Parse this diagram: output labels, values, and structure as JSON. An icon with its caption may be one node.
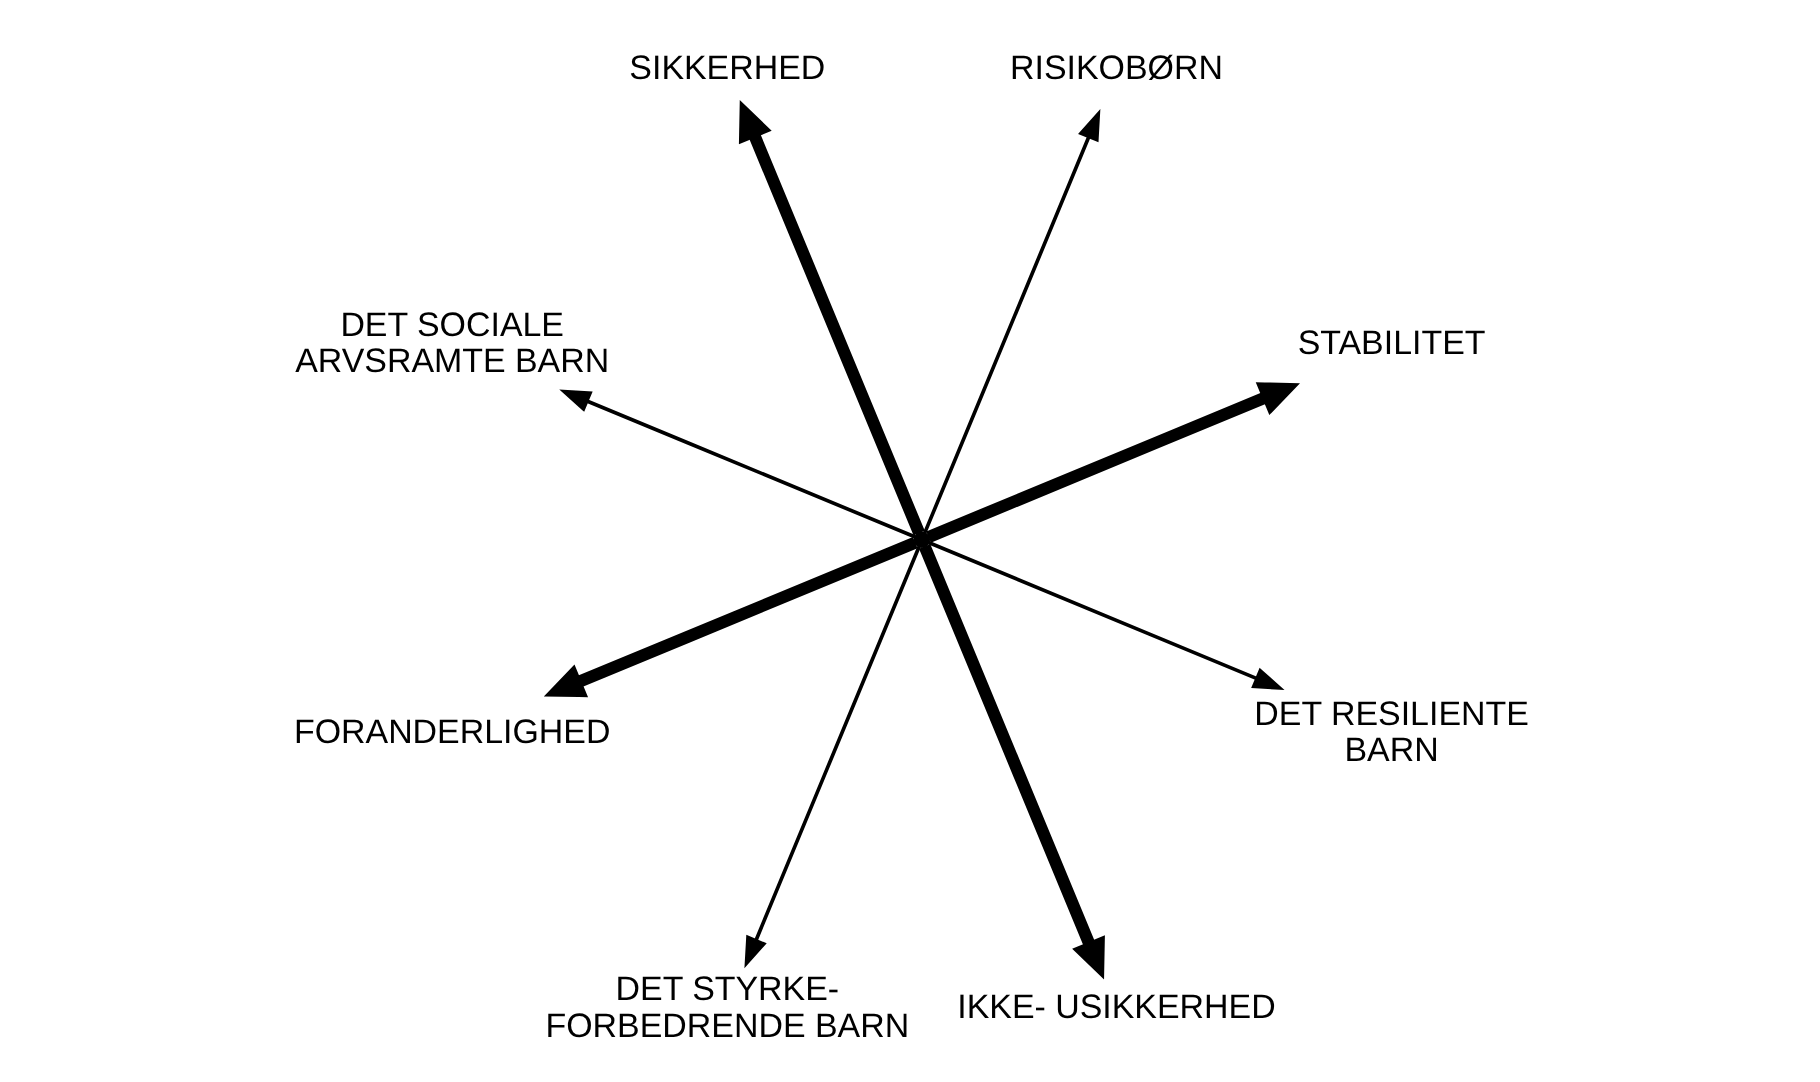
{
  "diagram": {
    "nodes": [
      {
        "text": [
          "SIKKERHED"
        ]
      },
      {
        "text": [
          "DET SOCIALE ARVSRAMTE BARN"
        ]
      },
      {
        "text": [
          "RISIKOBØRN"
        ]
      },
      {
        "text": [
          "FORANDERLIGHED"
        ]
      },
      {
        "text": [],
        "shape": "point"
      },
      {
        "text": [
          "STABILITET"
        ]
      },
      {
        "text": [
          "DET STYRKE- FORBEDRENDE BARN"
        ]
      },
      {
        "text": [
          "DET RESILIENTE BARN"
        ]
      },
      {
        "text": [
          "IKKE- USIKKERHED"
        ]
      }
    ],
    "edges": [
      {
        "from": 4,
        "to": 0,
        "arrow": "to",
        "style": "thick"
      },
      {
        "from": 4,
        "to": 1,
        "arrow": "to"
      },
      {
        "from": 4,
        "to": 2,
        "arrow": "to"
      },
      {
        "from": 4,
        "to": 3,
        "arrow": "to",
        "style": "thick"
      },
      {
        "from": 4,
        "to": 5,
        "arrow": "to",
        "style": "thick"
      },
      {
        "from": 4,
        "to": 6,
        "arrow": "to"
      },
      {
        "from": 4,
        "to": 7,
        "arrow": "to"
      },
      {
        "from": 4,
        "to": 8,
        "arrow": "to",
        "style": "thick"
      }
    ]
  }
}
